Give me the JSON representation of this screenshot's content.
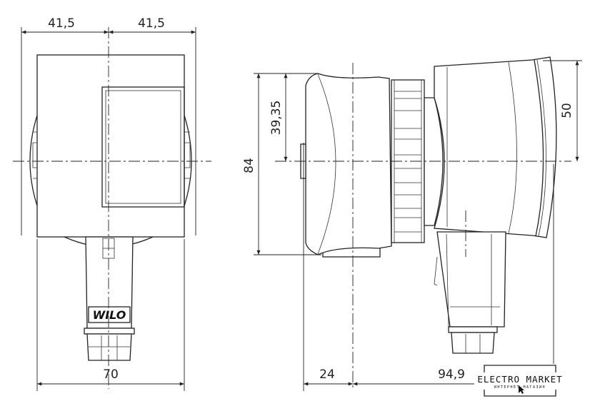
{
  "drawing": {
    "front_view": {
      "dim_top_left": "41,5",
      "dim_top_right": "41,5",
      "dim_bottom_width": "70",
      "brand_label": "WILO"
    },
    "side_view": {
      "dim_height": "84",
      "dim_half_height": "39,35",
      "dim_head_height": "50",
      "dim_axis_offset": "24",
      "dim_length": "94,9"
    }
  },
  "watermark": {
    "title": "ELECTRO MARKET",
    "subtitle": "ИНТЕРНЕТ-МАГАЗИН"
  },
  "colors": {
    "line": "#222222",
    "background": "#ffffff"
  }
}
